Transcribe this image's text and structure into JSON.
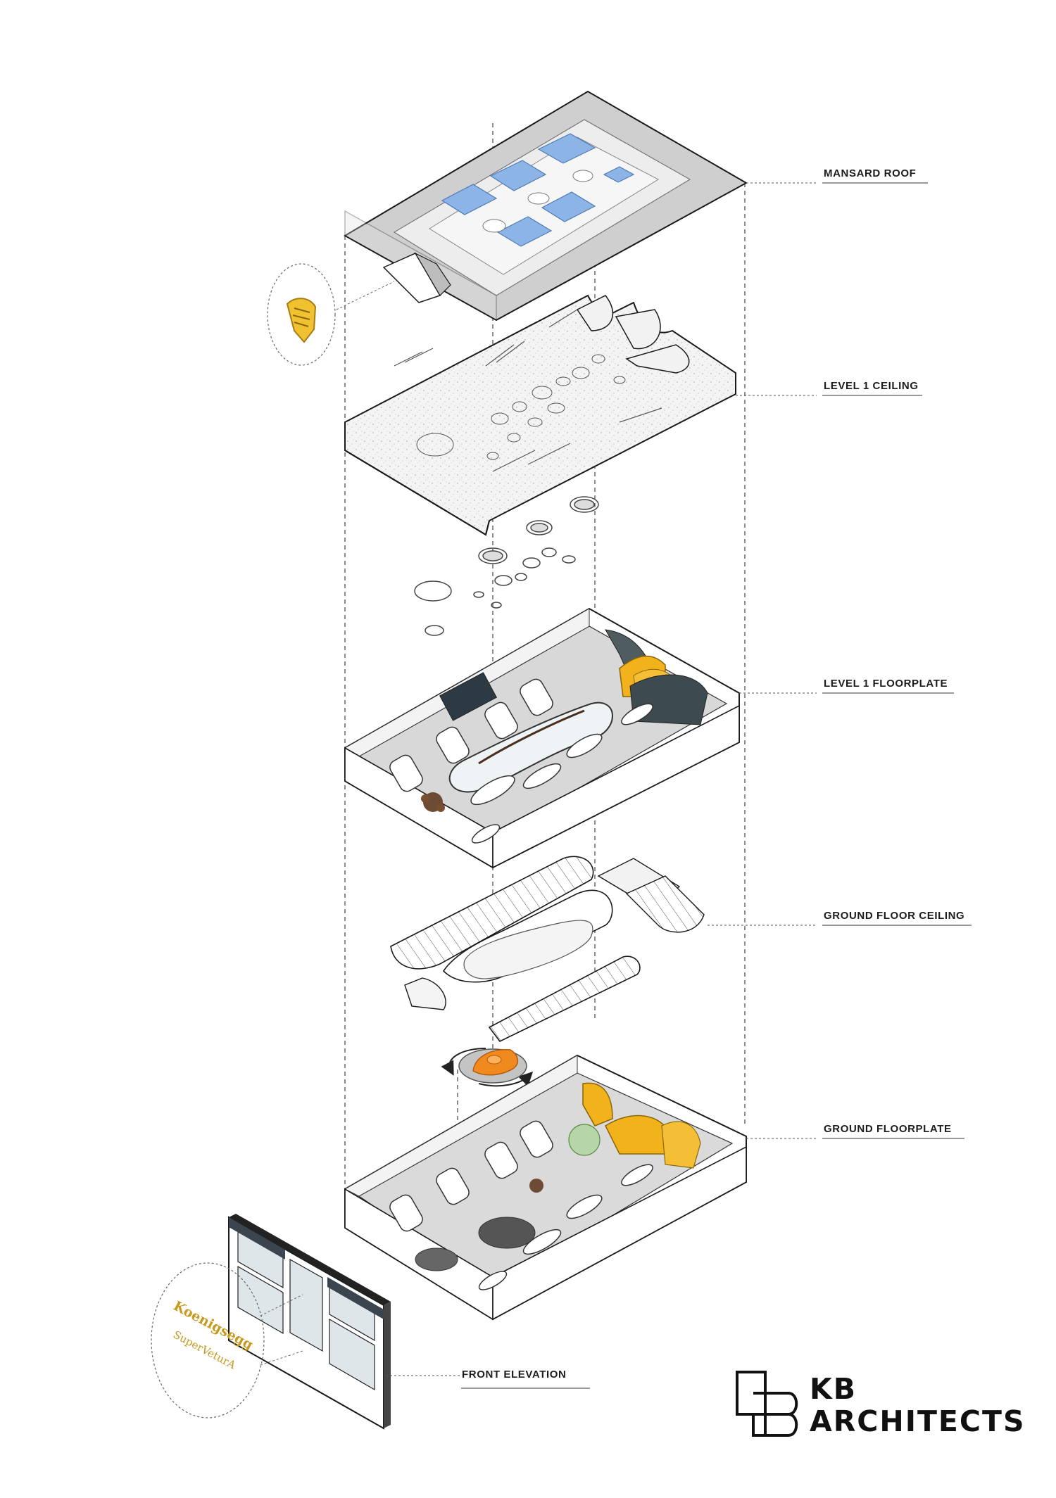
{
  "labels": {
    "mansard_roof": "MANSARD ROOF",
    "level1_ceiling": "LEVEL 1 CEILING",
    "level1_floorplate": "LEVEL 1 FLOORPLATE",
    "ground_floor_ceiling": "GROUND FLOOR CEILING",
    "ground_floorplate": "GROUND FLOORPLATE",
    "front_elevation": "FRONT ELEVATION"
  },
  "logo": {
    "line1": "KB",
    "line2": "ARCHITECTS"
  },
  "signage": {
    "brand_top": "Koenigsegg",
    "brand_bottom": "SuperVeturA"
  },
  "colors": {
    "accent_yellow": "#f2b21c",
    "gold": "#c79a1d",
    "car_orange": "#f08a1e",
    "skylight_blue": "#8db4e6",
    "roof_grey": "#cfcfcf",
    "floor_grey": "#d6d6d6",
    "line": "#1a1a1a"
  },
  "icons": [
    "shield-emblem-icon",
    "rotation-arrow-icon",
    "car-icon"
  ]
}
